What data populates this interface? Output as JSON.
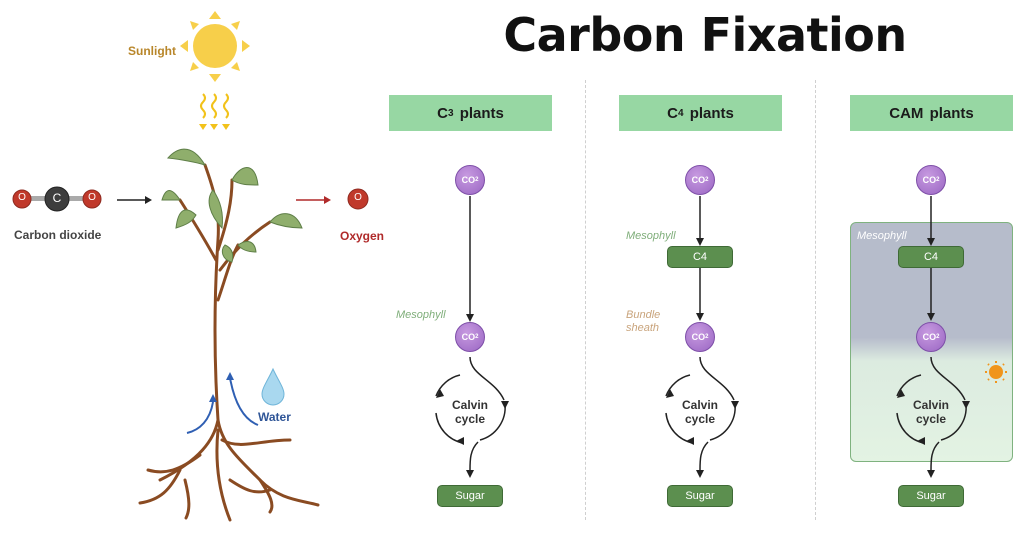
{
  "title": "Carbon Fixation",
  "left_illustration": {
    "sunlight_label": "Sunlight",
    "co2_label": "Carbon dioxide",
    "co2_atoms": [
      "O",
      "C",
      "O"
    ],
    "oxygen_label": "Oxygen",
    "oxygen_atom": "O",
    "water_label": "Water"
  },
  "colors": {
    "header_green": "#97d7a3",
    "mesophyll_green": "#e3f3e3",
    "bundle_sheath_orange": "#fdeede",
    "night_gray": "#b6bccb",
    "co2_purple": "#9a66c3",
    "box_green": "#5c8f4f",
    "sun_yellow": "#f7cf4a",
    "oxygen_red": "#c0392b"
  },
  "columns": [
    {
      "header_prefix": "C",
      "header_sub": "3",
      "header_suffix": " plants",
      "co2_main": "CO",
      "co2_sub": "2",
      "mesophyll_label": "Mesophyll",
      "calvin_line1": "Calvin",
      "calvin_line2": "cycle",
      "product": "Sugar"
    },
    {
      "header_prefix": "C",
      "header_sub": "4",
      "header_suffix": " plants",
      "co2_main": "CO",
      "co2_sub": "2",
      "mesophyll_label": "Mesophyll",
      "c4_label": "C4",
      "bundle_label_1": "Bundle",
      "bundle_label_2": "sheath",
      "calvin_line1": "Calvin",
      "calvin_line2": "cycle",
      "product": "Sugar"
    },
    {
      "header_prefix": "CAM",
      "header_sub": "",
      "header_suffix": " plants",
      "co2_main": "CO",
      "co2_sub": "2",
      "mesophyll_label": "Mesophyll",
      "c4_label": "C4",
      "night_icon": "moon-icon",
      "day_icon": "sun-icon",
      "calvin_line1": "Calvin",
      "calvin_line2": "cycle",
      "product": "Sugar"
    }
  ]
}
